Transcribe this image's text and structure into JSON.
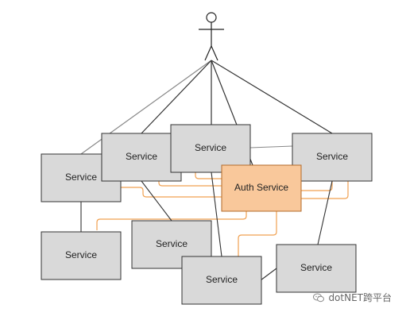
{
  "diagram": {
    "services": [
      {
        "id": "s1",
        "label": "Service"
      },
      {
        "id": "s2",
        "label": "Service"
      },
      {
        "id": "s3",
        "label": "Service"
      },
      {
        "id": "s4",
        "label": "Service"
      },
      {
        "id": "s5",
        "label": "Service"
      },
      {
        "id": "s6",
        "label": "Service"
      },
      {
        "id": "s7",
        "label": "Service"
      },
      {
        "id": "s8",
        "label": "Service"
      }
    ],
    "auth": {
      "id": "auth",
      "label": "Auth Service"
    },
    "actor": {
      "id": "user"
    },
    "colors": {
      "box_fill": "#d9d9d9",
      "box_stroke": "#333333",
      "auth_fill": "#f9c89b",
      "auth_stroke": "#b26a2a",
      "line_dark": "#333333",
      "line_gray": "#888888",
      "line_orange": "#f0a050"
    }
  },
  "watermark": {
    "text": "dotNET跨平台",
    "icon": "wechat-icon"
  }
}
